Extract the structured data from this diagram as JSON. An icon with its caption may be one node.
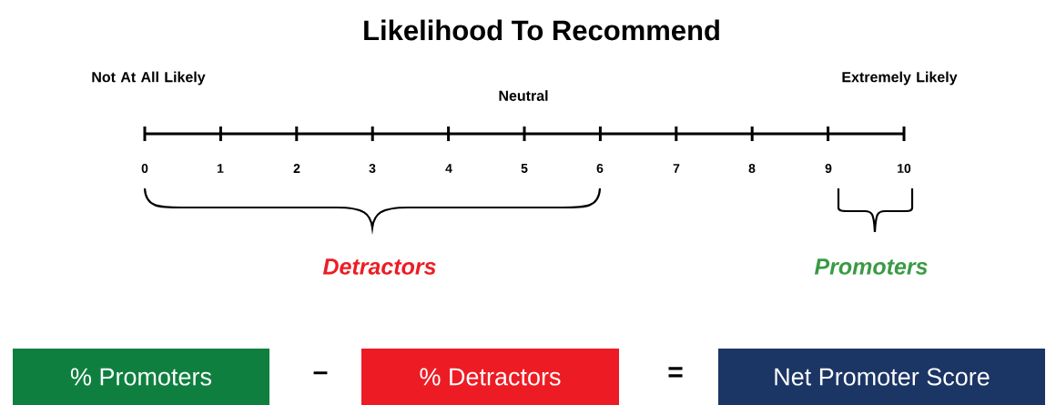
{
  "diagram": {
    "title": "Likelihood To Recommend",
    "nodes": [
      {
        "text": [
          "% Promoters"
        ]
      },
      {
        "text": [
          "% Detractors"
        ]
      },
      {
        "text": [
          "Net Promoter Score"
        ]
      }
    ],
    "labels": [
      "Not At All Likely",
      "Neutral",
      "Extremely Likely",
      "0",
      "1",
      "2",
      "3",
      "4",
      "5",
      "6",
      "7",
      "8",
      "9",
      "10",
      "Detractors",
      "Promoters",
      "–",
      "="
    ]
  }
}
